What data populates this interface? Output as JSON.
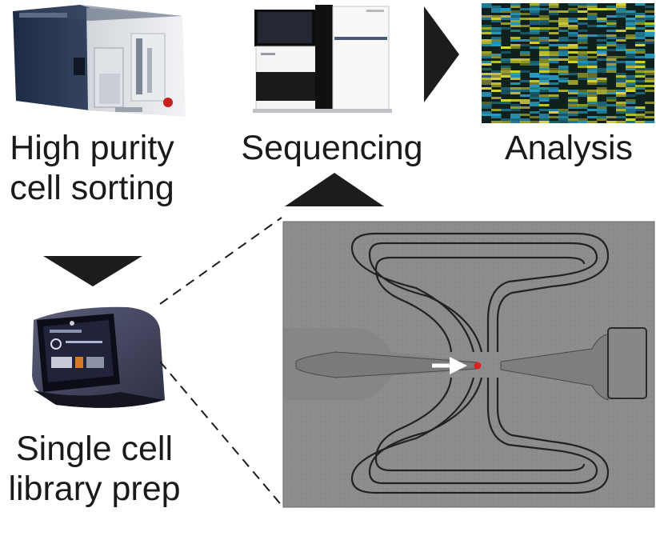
{
  "steps": {
    "sorting": {
      "label_line1": "High purity",
      "label_line2": "cell sorting",
      "icon": "flow-cytometer-sorter"
    },
    "sequencing": {
      "label": "Sequencing",
      "icon": "sequencer"
    },
    "analysis": {
      "label": "Analysis",
      "icon": "expression-heatmap"
    },
    "library_prep": {
      "label_line1": "Single cell",
      "label_line2": "library prep",
      "icon": "single-cell-prep-instrument"
    }
  },
  "colors": {
    "arrow": "#1c1c1c",
    "heatmap_background": "#10201c",
    "heatmap_high": "#e6e23a",
    "heatmap_low": "#2aa3c8",
    "chip_background": "#8e8e8e",
    "channel_line": "#222222",
    "captured_cell": "#e02020",
    "pointer_arrow": "#ffffff"
  }
}
